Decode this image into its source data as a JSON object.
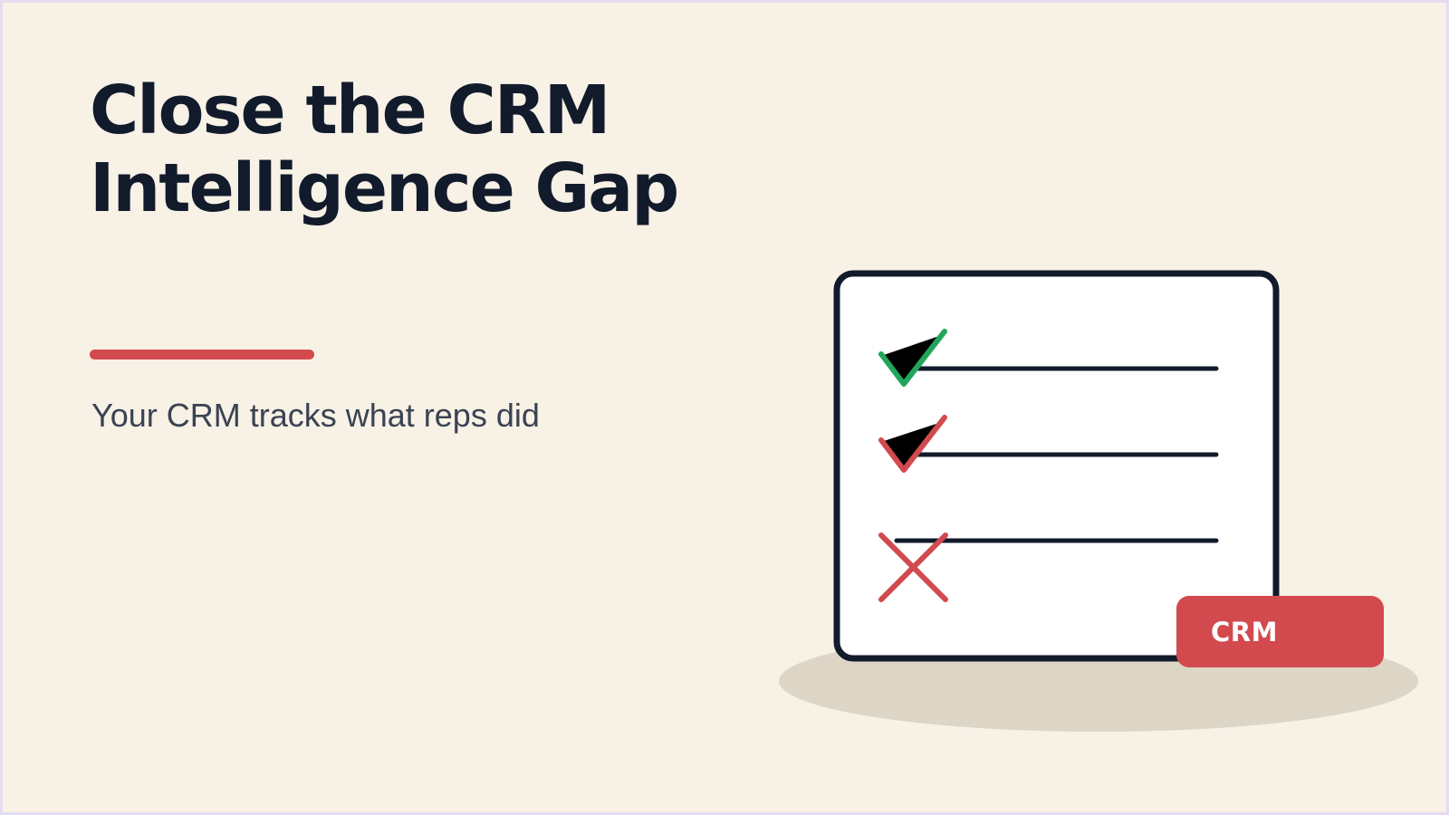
{
  "slide": {
    "title_lines": [
      "Close the CRM",
      "Intelligence Gap"
    ],
    "subtitle": "Your CRM tracks what reps did"
  },
  "illustration": {
    "checklist": [
      {
        "status": "checked",
        "icon": "green-check-icon"
      },
      {
        "status": "partial",
        "icon": "red-check-icon"
      },
      {
        "status": "failed",
        "icon": "red-x-icon"
      }
    ],
    "badge_label": "CRM"
  },
  "colors": {
    "background": "#f8f1e6",
    "title": "#111b2b",
    "accent": "#d24a4e",
    "success": "#22a55a",
    "shadow": "#ddd5c5",
    "card": "#ffffff",
    "outline": "#111b2b"
  }
}
